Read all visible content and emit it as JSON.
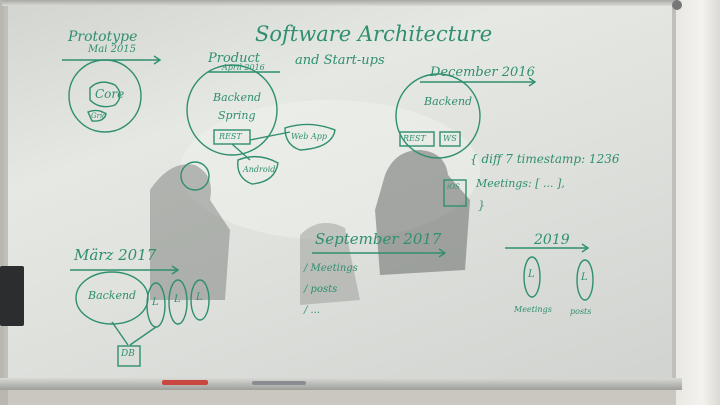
{
  "board": {
    "title_line1": "Software Architecture",
    "title_line2": "and Start-ups"
  },
  "sections": {
    "prototype": {
      "heading": "Prototype",
      "date": "Mai 2015",
      "node": "Core",
      "tag": "Grid"
    },
    "product": {
      "heading": "Product",
      "date": "April 2016",
      "node_line1": "Backend",
      "node_line2": "Spring",
      "tag_rest": "REST",
      "client_web": "Web App",
      "client_android": "Android"
    },
    "december": {
      "heading": "December 2016",
      "node": "Backend",
      "tag_rest": "REST",
      "tag_ws": "WS",
      "client_ios": "iOS",
      "code_line1": "{ diff 7 timestamp: 1236",
      "code_line2": "  Meetings: [ ... ],",
      "code_line3": "}"
    },
    "maerz": {
      "heading": "März 2017",
      "node": "Backend",
      "lambda_1": "L",
      "lambda_2": "L",
      "lambda_3": "L",
      "db": "DB"
    },
    "september": {
      "heading": "September 2017",
      "item_1": "/ Meetings",
      "item_2": "/ posts",
      "item_3": "/ ..."
    },
    "future": {
      "heading": "2019",
      "lambda_1": "L",
      "lambda_2": "L",
      "label_1": "Meetings",
      "label_2": "posts"
    }
  },
  "colors": {
    "ink": "#2f8f6e",
    "marker_red": "#c9473e",
    "board": "#e1e3df",
    "wall": "#f0efea"
  }
}
